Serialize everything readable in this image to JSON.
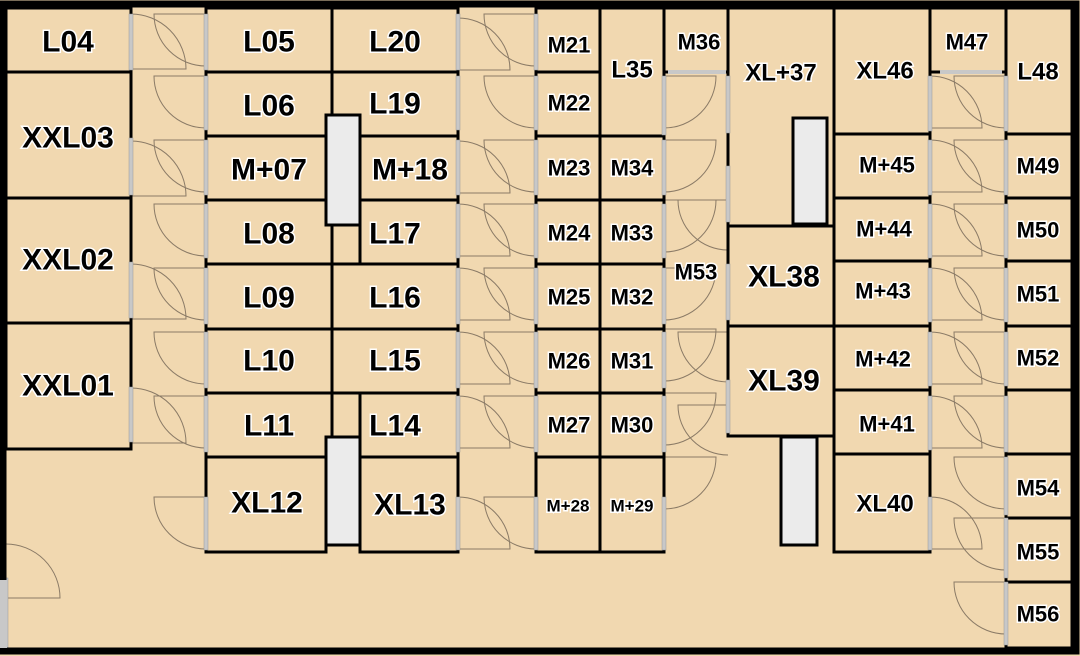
{
  "plan": {
    "title": "Storage unit floor plan",
    "colors": {
      "floor": "#f1d8b0",
      "wall": "#000000",
      "pillar": "#ebebeb",
      "door_arc": "#8a7a66",
      "door_frame": "#c8c8c8"
    }
  },
  "units": [
    {
      "id": "L04",
      "label": "L04",
      "size": "L"
    },
    {
      "id": "XXL03",
      "label": "XXL03",
      "size": "XXL"
    },
    {
      "id": "XXL02",
      "label": "XXL02",
      "size": "XXL"
    },
    {
      "id": "XXL01",
      "label": "XXL01",
      "size": "XXL"
    },
    {
      "id": "L05",
      "label": "L05",
      "size": "L"
    },
    {
      "id": "L06",
      "label": "L06",
      "size": "L"
    },
    {
      "id": "M+07",
      "label": "M+07",
      "size": "M+"
    },
    {
      "id": "L08",
      "label": "L08",
      "size": "L"
    },
    {
      "id": "L09",
      "label": "L09",
      "size": "L"
    },
    {
      "id": "L10",
      "label": "L10",
      "size": "L"
    },
    {
      "id": "L11",
      "label": "L11",
      "size": "L"
    },
    {
      "id": "XL12",
      "label": "XL12",
      "size": "XL"
    },
    {
      "id": "XL13",
      "label": "XL13",
      "size": "XL"
    },
    {
      "id": "L14",
      "label": "L14",
      "size": "L"
    },
    {
      "id": "L15",
      "label": "L15",
      "size": "L"
    },
    {
      "id": "L16",
      "label": "L16",
      "size": "L"
    },
    {
      "id": "L17",
      "label": "L17",
      "size": "L"
    },
    {
      "id": "M+18",
      "label": "M+18",
      "size": "M+"
    },
    {
      "id": "L19",
      "label": "L19",
      "size": "L"
    },
    {
      "id": "L20",
      "label": "L20",
      "size": "L"
    },
    {
      "id": "M21",
      "label": "M21",
      "size": "M"
    },
    {
      "id": "M22",
      "label": "M22",
      "size": "M"
    },
    {
      "id": "M23",
      "label": "M23",
      "size": "M"
    },
    {
      "id": "M24",
      "label": "M24",
      "size": "M"
    },
    {
      "id": "M25",
      "label": "M25",
      "size": "M"
    },
    {
      "id": "M26",
      "label": "M26",
      "size": "M"
    },
    {
      "id": "M27",
      "label": "M27",
      "size": "M"
    },
    {
      "id": "M+28",
      "label": "M+28",
      "size": "M+"
    },
    {
      "id": "M+29",
      "label": "M+29",
      "size": "M+"
    },
    {
      "id": "M30",
      "label": "M30",
      "size": "M"
    },
    {
      "id": "M31",
      "label": "M31",
      "size": "M"
    },
    {
      "id": "M32",
      "label": "M32",
      "size": "M"
    },
    {
      "id": "M33",
      "label": "M33",
      "size": "M"
    },
    {
      "id": "M34",
      "label": "M34",
      "size": "M"
    },
    {
      "id": "L35",
      "label": "L35",
      "size": "L"
    },
    {
      "id": "M36",
      "label": "M36",
      "size": "M"
    },
    {
      "id": "XL+37",
      "label": "XL+37",
      "size": "XL+"
    },
    {
      "id": "XL38",
      "label": "XL38",
      "size": "XL"
    },
    {
      "id": "XL39",
      "label": "XL39",
      "size": "XL"
    },
    {
      "id": "XL40",
      "label": "XL40",
      "size": "XL"
    },
    {
      "id": "M+41",
      "label": "M+41",
      "size": "M+"
    },
    {
      "id": "M+42",
      "label": "M+42",
      "size": "M+"
    },
    {
      "id": "M+43",
      "label": "M+43",
      "size": "M+"
    },
    {
      "id": "M+44",
      "label": "M+44",
      "size": "M+"
    },
    {
      "id": "M+45",
      "label": "M+45",
      "size": "M+"
    },
    {
      "id": "XL46",
      "label": "XL46",
      "size": "XL"
    },
    {
      "id": "M47",
      "label": "M47",
      "size": "M"
    },
    {
      "id": "L48",
      "label": "L48",
      "size": "L"
    },
    {
      "id": "M49",
      "label": "M49",
      "size": "M"
    },
    {
      "id": "M50",
      "label": "M50",
      "size": "M"
    },
    {
      "id": "M51",
      "label": "M51",
      "size": "M"
    },
    {
      "id": "M52",
      "label": "M52",
      "size": "M"
    },
    {
      "id": "M53",
      "label": "M53",
      "size": "M"
    },
    {
      "id": "M54",
      "label": "M54",
      "size": "M"
    },
    {
      "id": "M55",
      "label": "M55",
      "size": "M"
    },
    {
      "id": "M56",
      "label": "M56",
      "size": "M"
    },
    {
      "id": "unlabeled-right",
      "label": "",
      "size": ""
    }
  ]
}
